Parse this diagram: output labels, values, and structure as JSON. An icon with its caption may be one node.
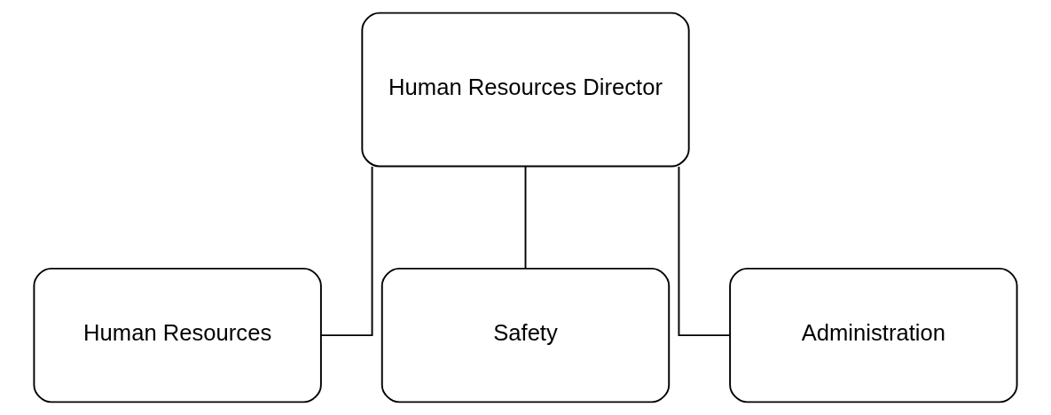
{
  "diagram": {
    "nodes": [
      {
        "text": [
          "Human Resources Director"
        ]
      },
      {
        "text": [
          "Human Resources"
        ]
      },
      {
        "text": [
          "Safety"
        ]
      },
      {
        "text": [
          "Administration"
        ]
      }
    ],
    "edges": [
      {
        "from": 0,
        "to": 1,
        "arrow": "none"
      },
      {
        "from": 0,
        "to": 2,
        "arrow": "none"
      },
      {
        "from": 0,
        "to": 3,
        "arrow": "none"
      }
    ]
  }
}
